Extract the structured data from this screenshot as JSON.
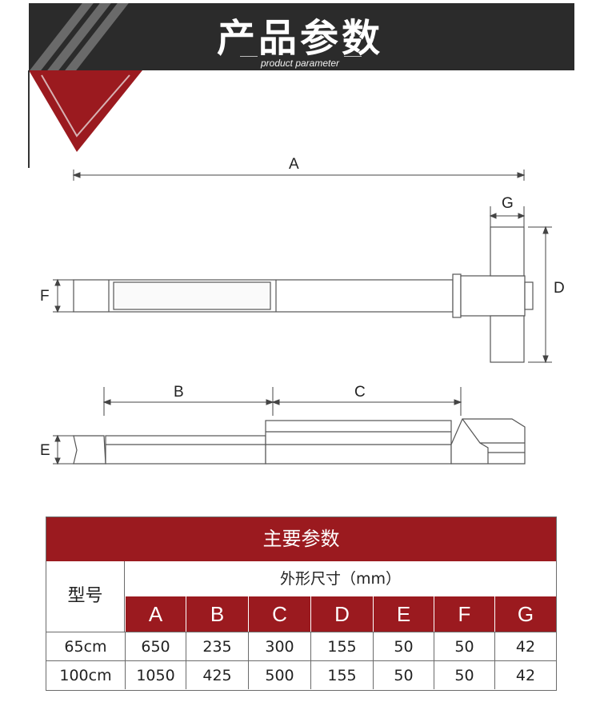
{
  "header": {
    "title": "产品参数",
    "subtitle": "product parameter"
  },
  "diagram": {
    "labels": {
      "a": "A",
      "b": "B",
      "c": "C",
      "d": "D",
      "e": "E",
      "f": "F",
      "g": "G"
    }
  },
  "table": {
    "title": "主要参数",
    "model_label": "型号",
    "size_label": "外形尺寸（mm）",
    "columns": [
      "A",
      "B",
      "C",
      "D",
      "E",
      "F",
      "G"
    ],
    "rows": [
      {
        "model": "65cm",
        "values": [
          "650",
          "235",
          "300",
          "155",
          "50",
          "50",
          "42"
        ]
      },
      {
        "model": "100cm",
        "values": [
          "1050",
          "425",
          "500",
          "155",
          "50",
          "50",
          "42"
        ]
      }
    ]
  },
  "colors": {
    "header_bg": "#2b2b2b",
    "accent_red": "#9b1a1f"
  }
}
